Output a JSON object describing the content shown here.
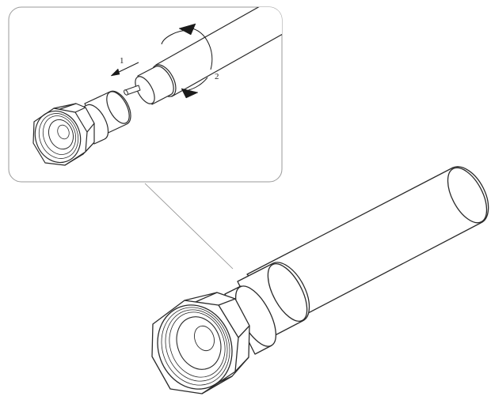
{
  "inset": {
    "steps": [
      {
        "label": "1"
      },
      {
        "label": "2"
      }
    ]
  },
  "colors": {
    "line": "#2a2a2a",
    "frame": "#9a9a9a",
    "leader": "#8a8a8a",
    "arrow": "#1a1a1a",
    "background": "#ffffff"
  },
  "icons": {
    "step1_arrow": "arrow-left",
    "step2_arrow": "rotation-arrow"
  }
}
